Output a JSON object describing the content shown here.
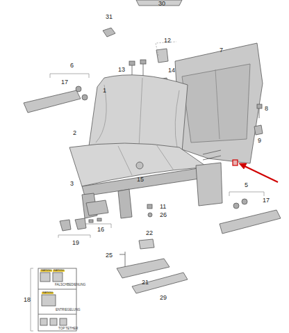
{
  "diagram": {
    "labels": [
      "30",
      "31",
      "12",
      "7",
      "13",
      "14",
      "6",
      "17",
      "1",
      "8",
      "2",
      "9",
      "3",
      "15",
      "5",
      "17",
      "11",
      "26",
      "16",
      "19",
      "22",
      "25",
      "21",
      "29",
      "18",
      "FALSCHBEDIENUNG",
      "ENTRIEGELUNG",
      "TOP TETHER",
      "WARNING",
      "WARNING",
      "WARNING"
    ]
  }
}
